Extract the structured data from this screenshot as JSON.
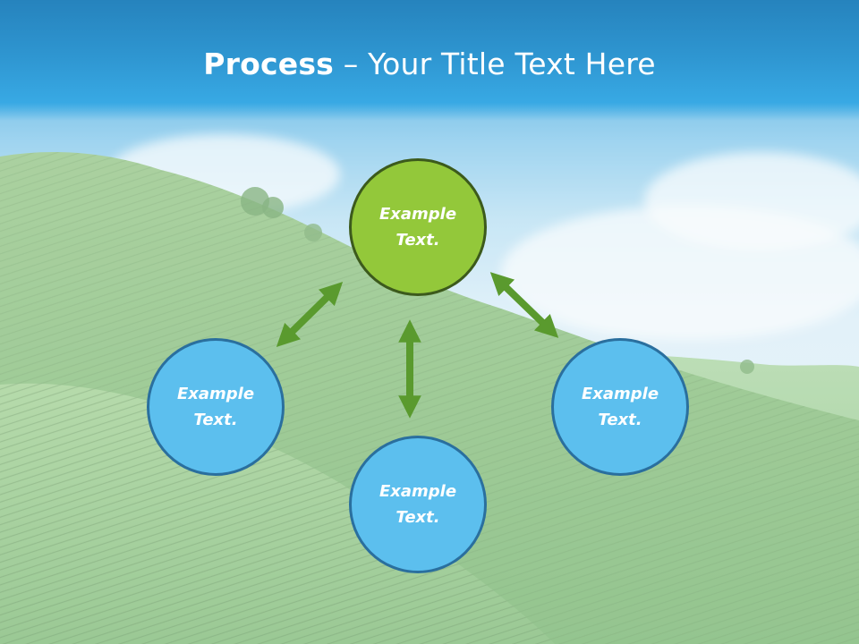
{
  "title": {
    "bold": "Process",
    "rest": " – Your Title Text Here"
  },
  "nodes": {
    "top": {
      "line1": "Example",
      "line2": "Text."
    },
    "left": {
      "line1": "Example",
      "line2": "Text."
    },
    "right": {
      "line1": "Example",
      "line2": "Text."
    },
    "bottom": {
      "line1": "Example",
      "line2": "Text."
    }
  },
  "colors": {
    "title_band": "#2e95d0",
    "node_green": "#93c83a",
    "node_green_border": "#3c5a1c",
    "node_blue": "#5cbfee",
    "node_blue_border": "#2a6f9e",
    "arrow": "#5a9a2e"
  }
}
